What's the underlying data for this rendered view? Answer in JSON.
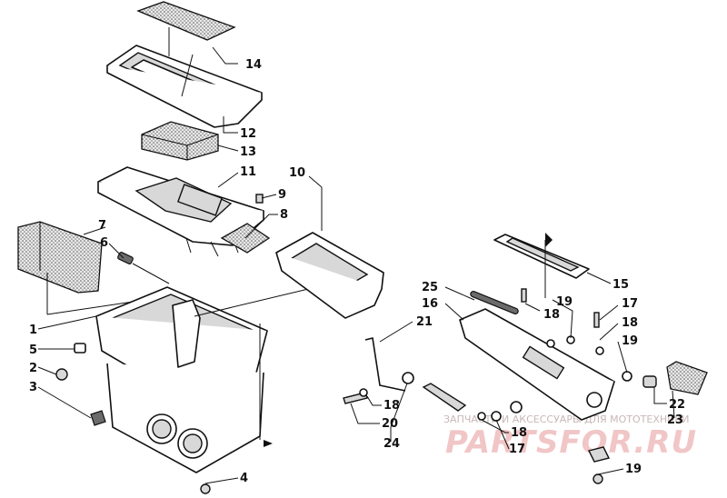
{
  "labels": [
    "14",
    "12",
    "13",
    "11",
    "10",
    "9",
    "8",
    "7",
    "6",
    "1",
    "5",
    "2",
    "3",
    "4",
    "15",
    "25",
    "16",
    "19",
    "17",
    "18",
    "21",
    "18",
    "19",
    "18",
    "20",
    "24",
    "18",
    "17",
    "22",
    "23",
    "19"
  ],
  "watermark": {
    "line1": "ЗАПЧАСТИ И АКСЕССУАРЫ ДЛЯ МОТОТЕХНИКИ",
    "line2": "PARTSFOR.RU"
  }
}
